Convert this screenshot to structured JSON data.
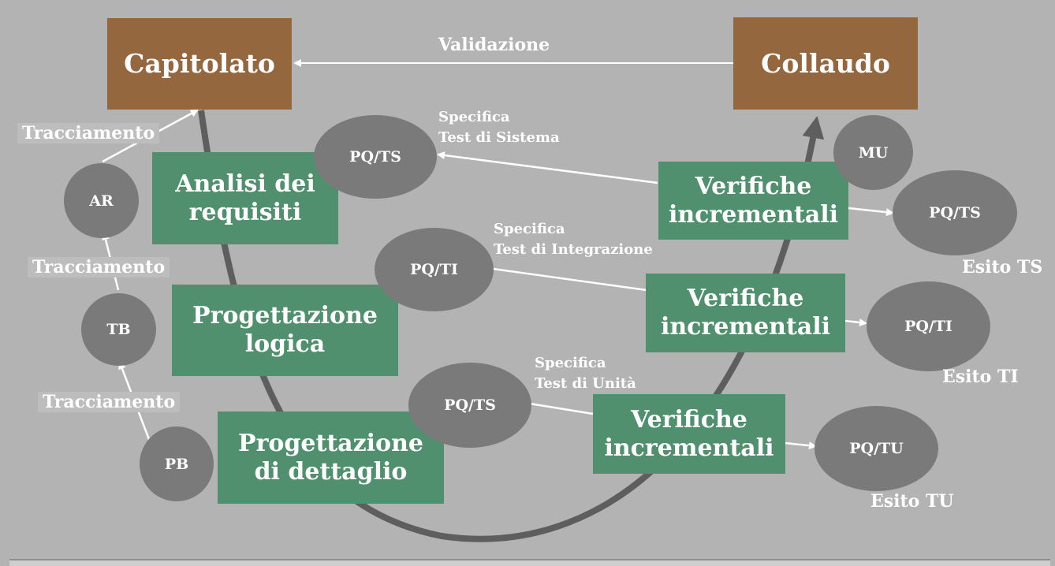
{
  "colors": {
    "background": "#b3b3b3",
    "brown_box": "#94673e",
    "green_box": "#50906e",
    "ellipse": "#7a7a7a",
    "curve": "#5e5e5e",
    "arrow": "#ffffff"
  },
  "top": {
    "capitolato": "Capitolato",
    "collaudo": "Collaudo",
    "validazione": "Validazione"
  },
  "phases": {
    "analisi": "Analisi dei\nrequisiti",
    "progettazione_logica": "Progettazione\nlogica",
    "progettazione_dettaglio": "Progettazione\ndi dettaglio"
  },
  "verifiche": {
    "ts": "Verifiche\nincrementali",
    "ti": "Verifiche\nincrementali",
    "tu": "Verifiche\nincrementali"
  },
  "left_ellipses": {
    "ar": "AR",
    "tb": "TB",
    "pb": "PB"
  },
  "tracciamento": [
    "Tracciamento",
    "Tracciamento",
    "Tracciamento"
  ],
  "pq_left": {
    "ts": "PQ/TS",
    "ti": "PQ/TI",
    "tu": "PQ/TS"
  },
  "pq_right": {
    "mu": "MU",
    "ts": "PQ/TS",
    "ti": "PQ/TI",
    "tu": "PQ/TU"
  },
  "specifica": {
    "sistema": "Specifica\nTest di Sistema",
    "integrazione": "Specifica\nTest di Integrazione",
    "unita": "Specifica\nTest di Unità"
  },
  "esito": {
    "ts": "Esito TS",
    "ti": "Esito TI",
    "tu": "Esito TU"
  }
}
